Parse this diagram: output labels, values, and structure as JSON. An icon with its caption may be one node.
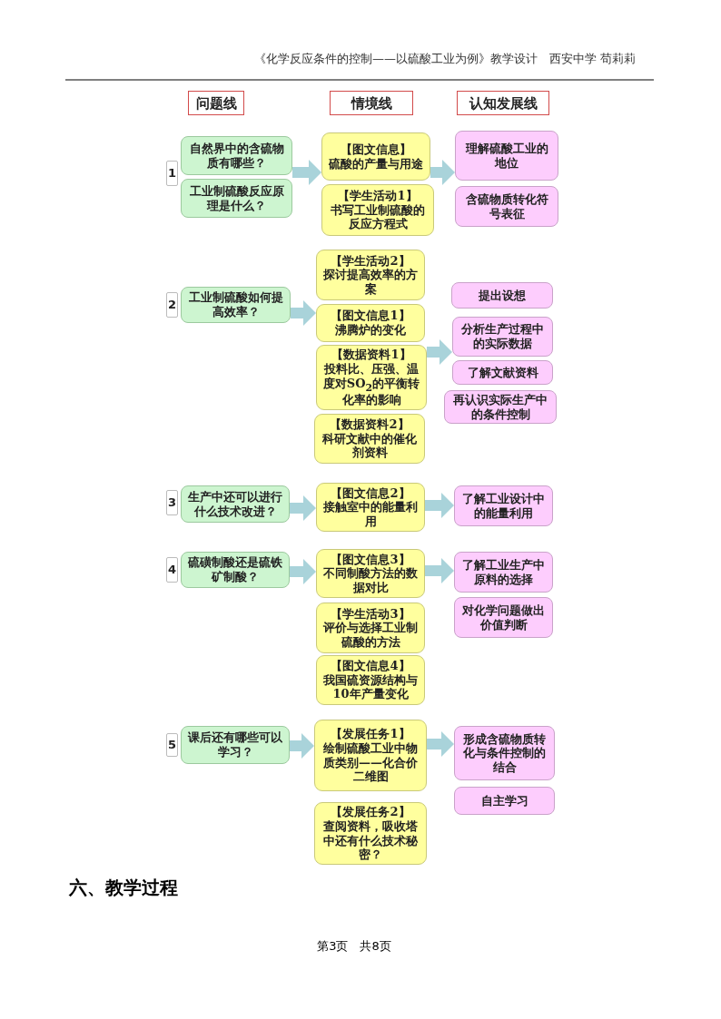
{
  "diagram": {
    "nodes": [
      {
        "text": [
          "问题线"
        ]
      },
      {
        "text": [
          "情境线"
        ]
      },
      {
        "text": [
          "认知发展线"
        ]
      },
      {
        "text": [
          "1"
        ]
      },
      {
        "text": [
          "自然界中的含硫物质有哪些？"
        ]
      },
      {
        "text": [
          "工业制硫酸反应原理是什么？"
        ]
      },
      {
        "text": [
          "【图文信息】",
          "硫酸的产量与用途"
        ]
      },
      {
        "text": [
          "【学生活动1】",
          "书写工业制硫酸的反应方程式"
        ]
      },
      {
        "text": [
          "理解硫酸工业的地位"
        ]
      },
      {
        "text": [
          "含硫物质转化符号表征"
        ]
      },
      {
        "text": [
          "2"
        ]
      },
      {
        "text": [
          "工业制硫酸如何提高效率？"
        ]
      },
      {
        "text": [
          "【学生活动2】",
          "探讨提高效率的方案"
        ]
      },
      {
        "text": [
          "【图文信息1】",
          "沸腾炉的变化"
        ]
      },
      {
        "text": [
          "【数据资料1】",
          "投料比、压强、温度对SO$_{2}$的平衡转化率的影响"
        ]
      },
      {
        "text": [
          "【数据资料2】",
          "科研文献中的催化剂资料"
        ]
      },
      {
        "text": [
          "提出设想"
        ]
      },
      {
        "text": [
          "分析生产过程中的实际数据"
        ]
      },
      {
        "text": [
          "了解文献资料"
        ]
      },
      {
        "text": [
          "再认识实际生产中的条件控制"
        ]
      },
      {
        "text": [
          "3"
        ]
      },
      {
        "text": [
          "生产中还可以进行什么技术改进？"
        ]
      },
      {
        "text": [
          "【图文信息2】",
          "接触室中的能量利用"
        ]
      },
      {
        "text": [
          "了解工业设计中的能量利用"
        ]
      },
      {
        "text": [
          "4"
        ]
      },
      {
        "text": [
          "硫磺制酸还是硫铁矿制酸？"
        ]
      },
      {
        "text": [
          "【图文信息3】",
          "不同制酸方法的数据对比"
        ]
      },
      {
        "text": [
          "【学生活动3】",
          "评价与选择工业制硫酸的方法"
        ]
      },
      {
        "text": [
          "【图文信息4】",
          "我国硫资源结构与10年产量变化"
        ]
      },
      {
        "text": [
          "了解工业生产中原料的选择"
        ]
      },
      {
        "text": [
          "对化学问题做出价值判断"
        ]
      },
      {
        "text": [
          "5"
        ]
      },
      {
        "text": [
          "课后还有哪些可以学习？"
        ]
      },
      {
        "text": [
          "【发展任务1】",
          "绘制硫酸工业中物质类别——化合价二维图"
        ]
      },
      {
        "text": [
          "【发展任务2】",
          "查阅资料，吸收塔中还有什么技术秘密？"
        ]
      },
      {
        "text": [
          "形成含硫物质转化与条件控制的结合"
        ]
      },
      {
        "text": [
          "自主学习"
        ]
      }
    ],
    "edges": [
      {
        "from": 4,
        "to": 6,
        "arrow": "to"
      },
      {
        "from": 6,
        "to": 8,
        "arrow": "to"
      },
      {
        "from": 11,
        "to": 13,
        "arrow": "to"
      },
      {
        "from": 14,
        "to": 17,
        "arrow": "to"
      },
      {
        "from": 21,
        "to": 22,
        "arrow": "to"
      },
      {
        "from": 22,
        "to": 23,
        "arrow": "to"
      },
      {
        "from": 25,
        "to": 26,
        "arrow": "to"
      },
      {
        "from": 26,
        "to": 29,
        "arrow": "to"
      },
      {
        "from": 32,
        "to": 33,
        "arrow": "to"
      },
      {
        "from": 33,
        "to": 35,
        "arrow": "to"
      }
    ],
    "labels": [
      "《化学反应条件的控制——以硫酸工业为例》教学设计　西安中学 苟莉莉",
      "六、教学过程",
      "第3页　共8页"
    ]
  }
}
